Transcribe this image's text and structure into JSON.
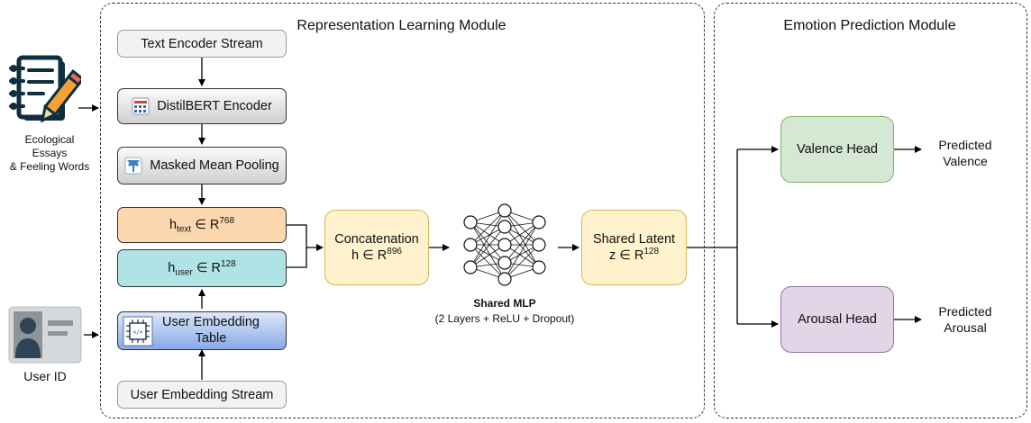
{
  "modules": {
    "representation_title": "Representation Learning Module",
    "emotion_title": "Emotion Prediction Module"
  },
  "inputs": {
    "essays_line1": "Ecological",
    "essays_line2": "Essays",
    "essays_line3": "& Feeling Words",
    "user_id": "User ID"
  },
  "boxes": {
    "text_stream": "Text Encoder Stream",
    "distilbert": "DistilBERT Encoder",
    "pooling": "Masked Mean Pooling",
    "htext_h": "h",
    "htext_sub": "text",
    "htext_mid": " ∈ R",
    "htext_sup": "768",
    "huser_h": "h",
    "huser_sub": "user",
    "huser_mid": " ∈ R",
    "huser_sup": "128",
    "user_table_line1": "User Embedding",
    "user_table_line2": "Table",
    "user_stream": "User Embedding Stream",
    "concat_title": "Concatenation",
    "concat_formula": "h ∈ R",
    "concat_sup": "896",
    "latent_title": "Shared Latent",
    "latent_formula": "z ∈ R",
    "latent_sup": "128",
    "valence_head": "Valence Head",
    "arousal_head": "Arousal Head"
  },
  "mlp": {
    "title": "Shared MLP",
    "subtitle": "(2 Layers + ReLU + Dropout)"
  },
  "outputs": {
    "valence_line1": "Predicted",
    "valence_line2": "Valence",
    "arousal_line1": "Predicted",
    "arousal_line2": "Arousal"
  }
}
